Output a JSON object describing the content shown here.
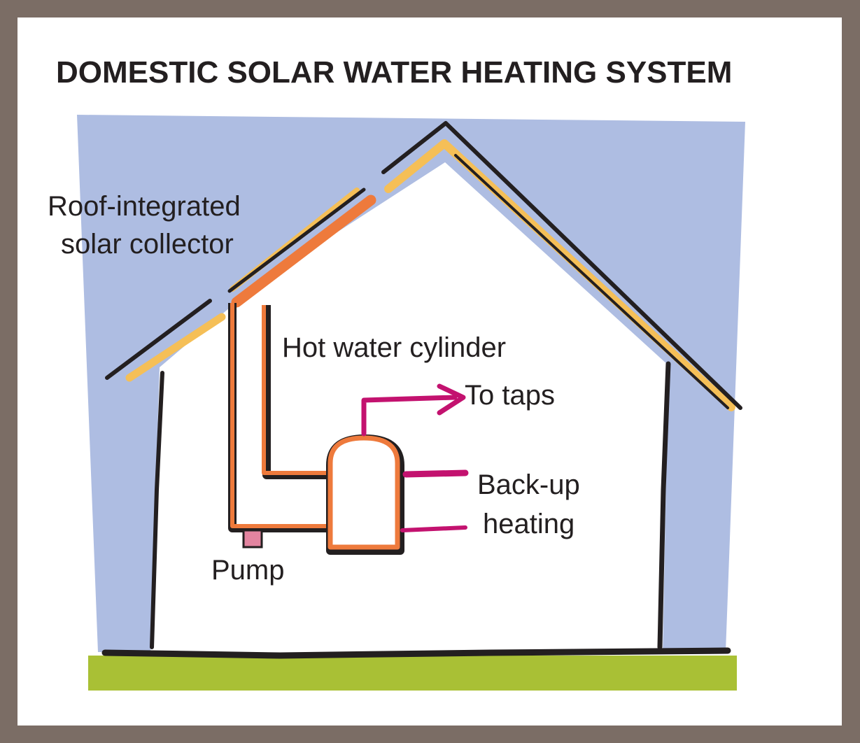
{
  "title": "DOMESTIC SOLAR WATER HEATING SYSTEM",
  "labels": {
    "collector_line1": "Roof-integrated",
    "collector_line2": "solar collector",
    "cylinder": "Hot water cylinder",
    "taps": "To taps",
    "backup_line1": "Back-up",
    "backup_line2": "heating",
    "pump": "Pump"
  },
  "colors": {
    "frame": "#7b6d65",
    "sky": "#aebde2",
    "ground": "#a9c035",
    "outline": "#231f20",
    "roof_tile": "#f5bf57",
    "collector": "#ee7a3c",
    "pipe": "#ee7a3c",
    "hot_water": "#c3126f",
    "pump": "#e384a0"
  }
}
